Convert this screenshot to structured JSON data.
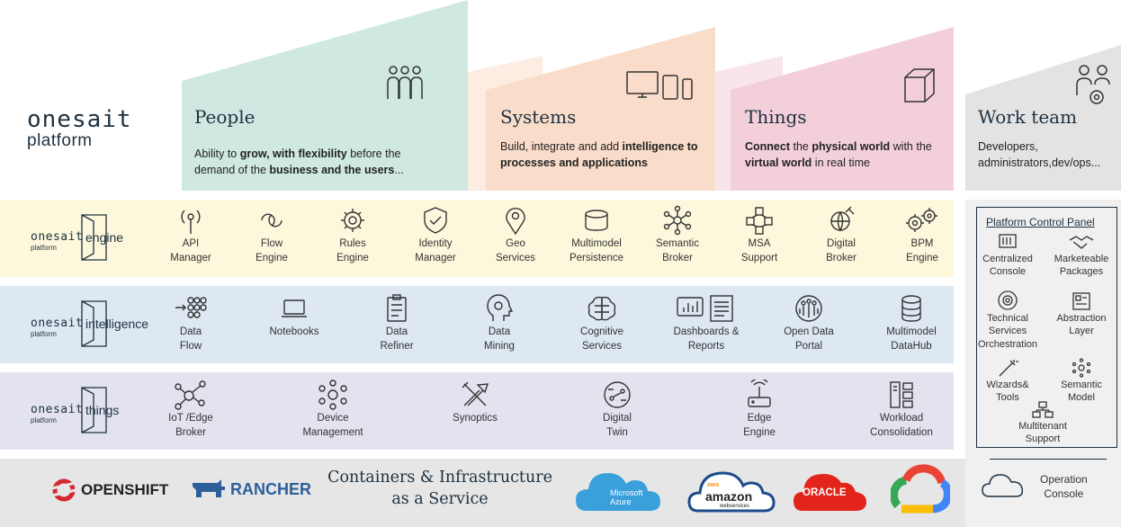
{
  "brand": {
    "word": "onesait",
    "sub": "platform"
  },
  "pillars": [
    {
      "title": "People",
      "text_plain": "Ability to ",
      "text_b1": "grow, with flexibility",
      "text_mid": "  before the demand of the ",
      "text_b2": "business and the users",
      "text_end": "...",
      "icon": "people-icon"
    },
    {
      "title": "Systems",
      "text_plain": "Build, integrate and add ",
      "text_b1": "intelligence to processes and applications",
      "icon": "devices-icon"
    },
    {
      "title": "Things",
      "text_b0": "Connect",
      "text_plain": " the ",
      "text_b1": "physical world",
      "text_mid": " with the ",
      "text_b2": "virtual world",
      "text_end": " in real time",
      "icon": "cube-icon"
    },
    {
      "title": "Work team",
      "text": "Developers, administrators,dev/ops...",
      "icon": "team-gear-icon"
    }
  ],
  "engine": {
    "brand_word": "onesait",
    "brand_sub": "platform",
    "name": "engine",
    "items": [
      {
        "l1": "API",
        "l2": "Manager"
      },
      {
        "l1": "Flow",
        "l2": "Engine"
      },
      {
        "l1": "Rules",
        "l2": "Engine"
      },
      {
        "l1": "Identity",
        "l2": "Manager"
      },
      {
        "l1": "Geo",
        "l2": "Services"
      },
      {
        "l1": "Multimodel",
        "l2": "Persistence"
      },
      {
        "l1": "Semantic",
        "l2": "Broker"
      },
      {
        "l1": "MSA",
        "l2": "Support"
      },
      {
        "l1": "Digital",
        "l2": "Broker"
      },
      {
        "l1": "BPM",
        "l2": "Engine"
      }
    ]
  },
  "intelligence": {
    "brand_word": "onesait",
    "brand_sub": "platform",
    "name": "intelligence",
    "items": [
      {
        "l1": "Data",
        "l2": "Flow"
      },
      {
        "l1": "Notebooks",
        "l2": ""
      },
      {
        "l1": "Data",
        "l2": "Refiner"
      },
      {
        "l1": "Data",
        "l2": "Mining"
      },
      {
        "l1": "Cognitive",
        "l2": "Services"
      },
      {
        "l1": "Dashboards &",
        "l2": "Reports"
      },
      {
        "l1": "Open Data",
        "l2": "Portal"
      },
      {
        "l1": "Multimodel",
        "l2": "DataHub"
      }
    ]
  },
  "things": {
    "brand_word": "onesait",
    "brand_sub": "platform",
    "name": "things",
    "items": [
      {
        "l1": "IoT /Edge",
        "l2": "Broker"
      },
      {
        "l1": "Device",
        "l2": "Management"
      },
      {
        "l1": "Synoptics",
        "l2": ""
      },
      {
        "l1": "Digital",
        "l2": "Twin"
      },
      {
        "l1": "Edge",
        "l2": "Engine"
      },
      {
        "l1": "Workload",
        "l2": "Consolidation"
      }
    ]
  },
  "control_panel": {
    "title": "Platform Control Panel",
    "items": [
      {
        "l1": "Centralized",
        "l2": "Console",
        "l3": ""
      },
      {
        "l1": "Marketeable",
        "l2": "Packages",
        "l3": ""
      },
      {
        "l1": "Technical",
        "l2": "Services",
        "l3": "Orchestration"
      },
      {
        "l1": "Abstraction",
        "l2": "Layer",
        "l3": ""
      },
      {
        "l1": "Wizards&",
        "l2": "Tools",
        "l3": ""
      },
      {
        "l1": "Semantic",
        "l2": "Model",
        "l3": ""
      },
      {
        "l1": "Multitenant",
        "l2": "Support",
        "l3": ""
      }
    ],
    "operation_l1": "Operation",
    "operation_l2": "Console"
  },
  "infra": {
    "openshift": "OPENSHIFT",
    "rancher": "RANCHER",
    "title_l1": "Containers & Infrastructure",
    "title_l2": "as a Service",
    "azure_l1": "Microsoft",
    "azure_l2": "Azure",
    "aws_word": "amazon",
    "aws_sub": "webservices",
    "aws_small": "aws",
    "oracle": "ORACLE"
  },
  "colors": {
    "people": "#cfe8e2",
    "people_back": "#e6f2ef",
    "systems": "#f9dcc9",
    "systems_back": "#fdece2",
    "things": "#f3cfd9",
    "things_back": "#f9e4ea",
    "work": "#e3e3e3",
    "engine_band": "#fdf8dc",
    "intelligence_band": "#dde8f2",
    "things_band": "#e2e3ef",
    "infra_band": "#e6e6e6",
    "right_panel": "#f0f0f0"
  }
}
